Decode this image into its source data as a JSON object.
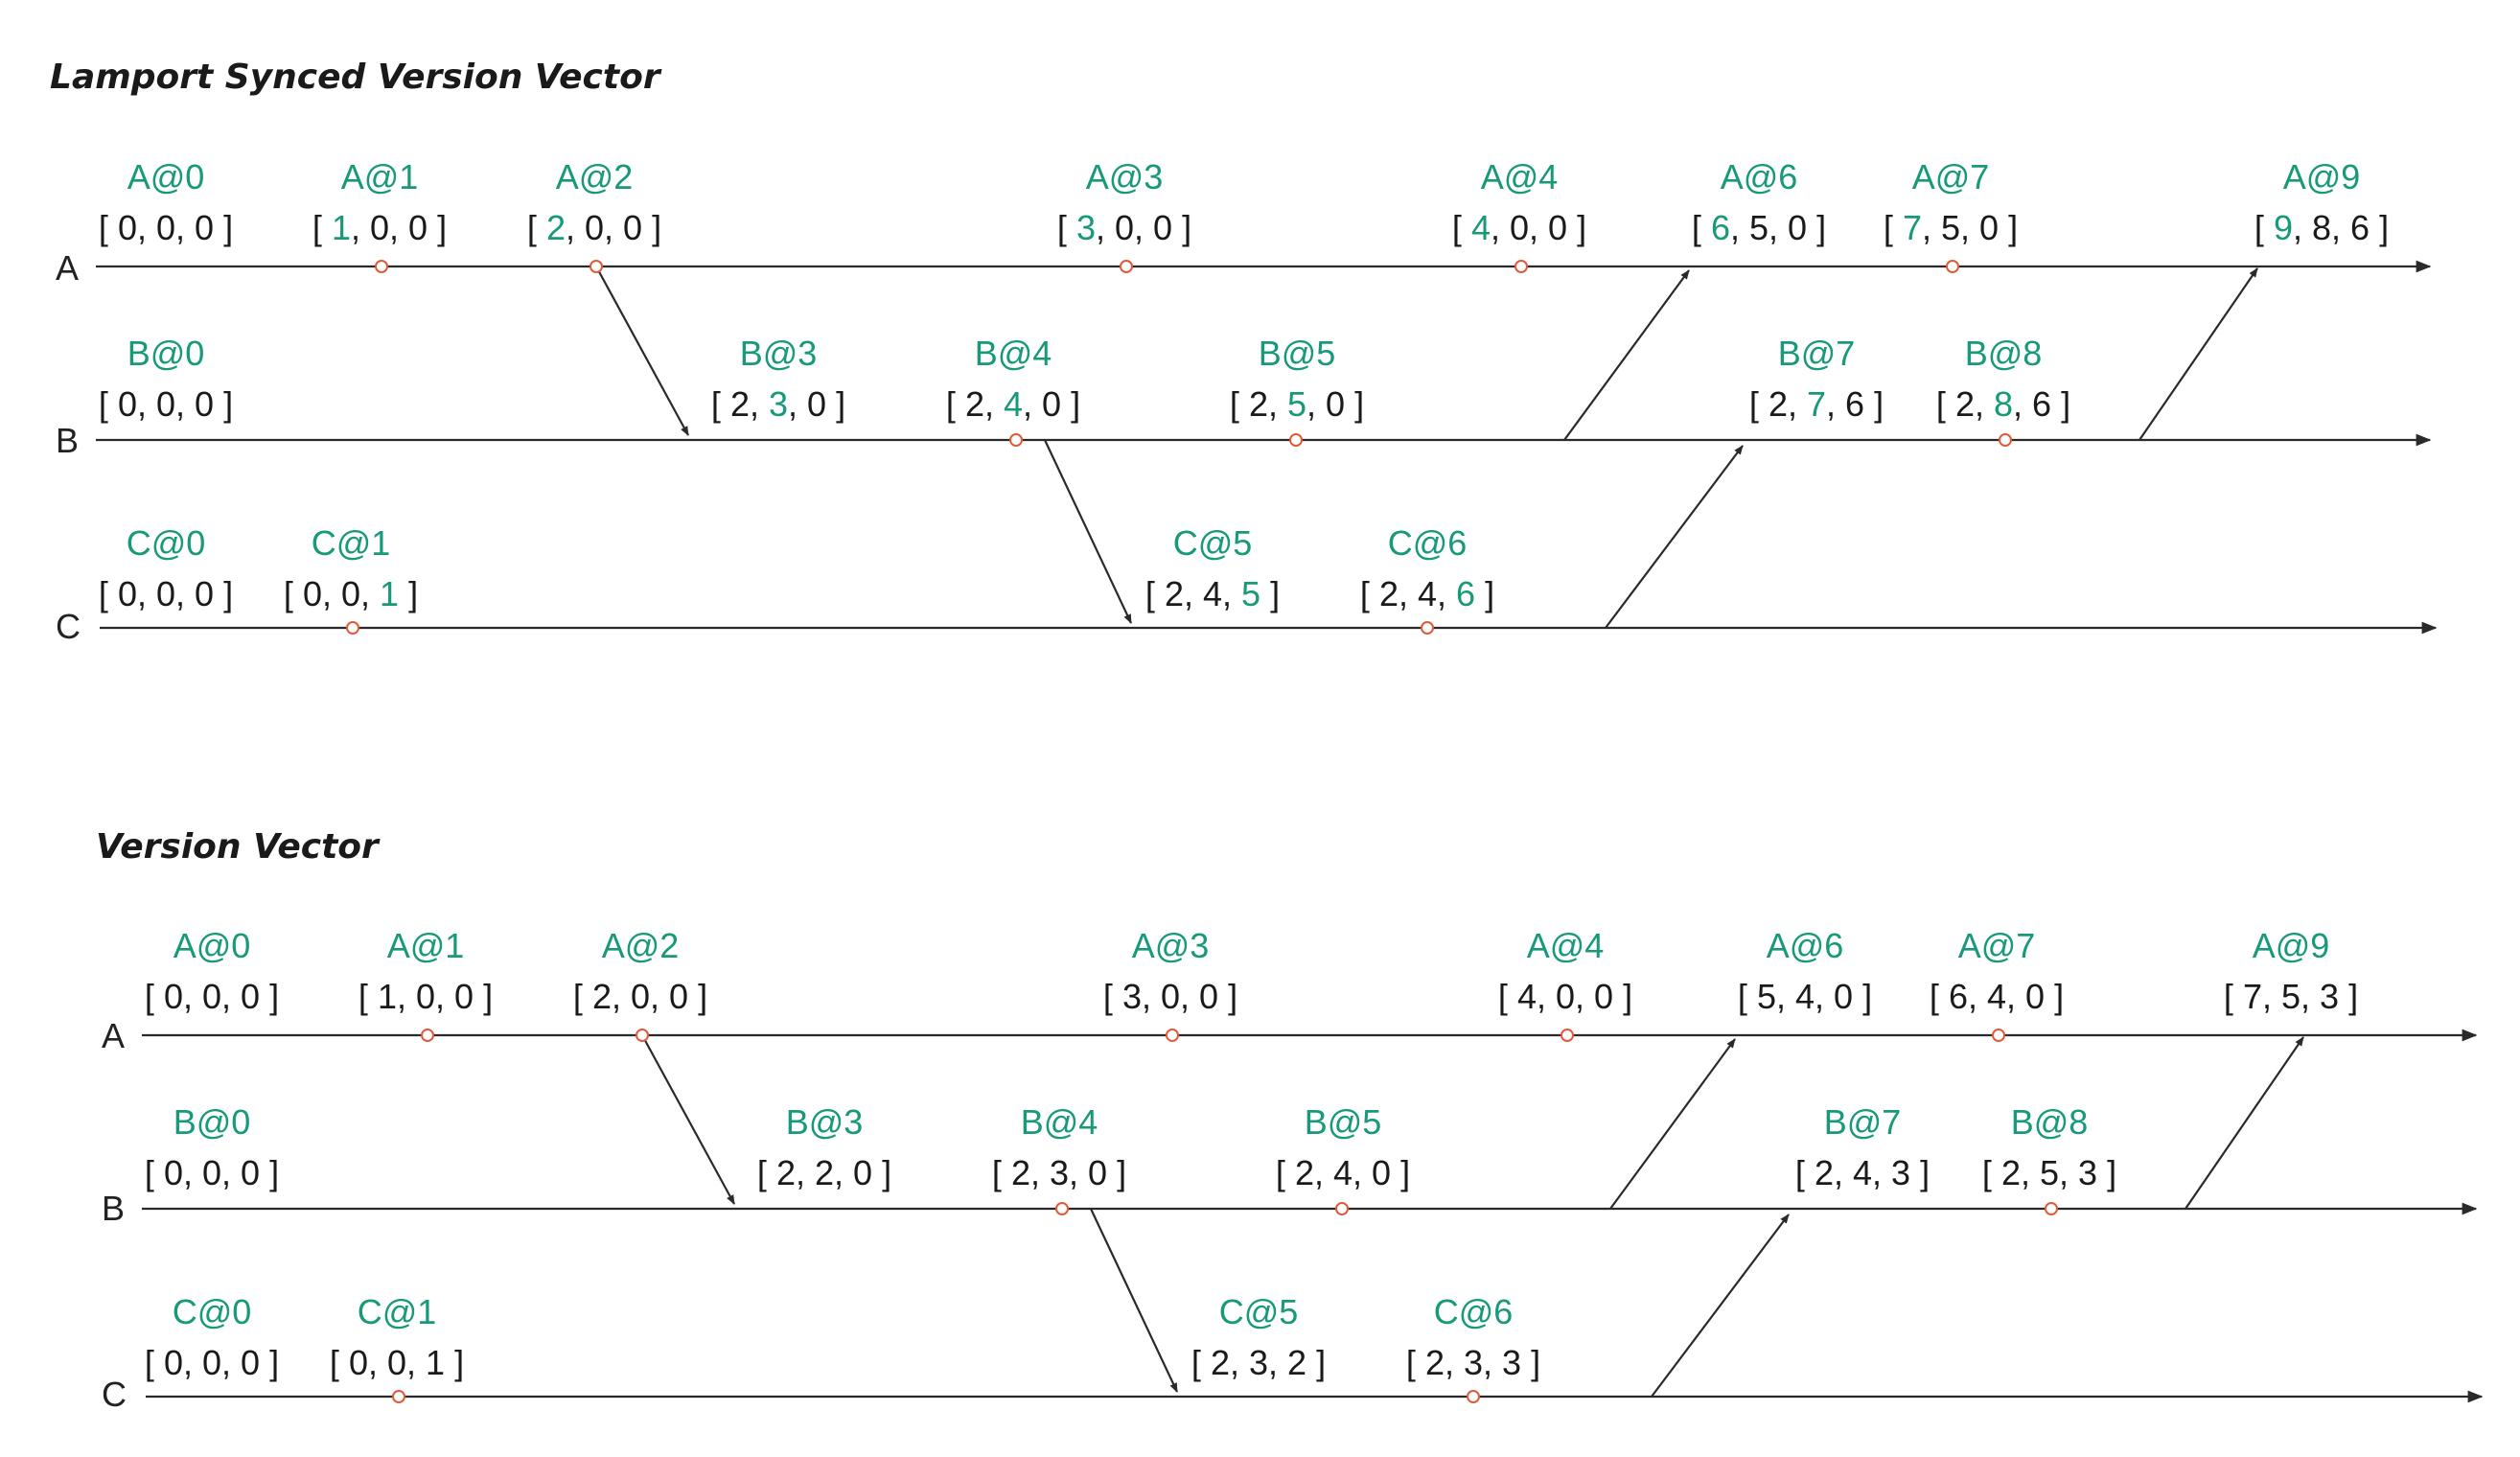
{
  "colors": {
    "event_label": "#17997a",
    "highlight": "#17997a",
    "event_dot": "#e05a3a",
    "line": "#2a2a2a",
    "text": "#1a1a1a"
  },
  "diagrams": [
    {
      "title": "Lamport Synced Version Vector",
      "processes": [
        "A",
        "B",
        "C"
      ],
      "events": [
        {
          "label": "A@0",
          "vector": [
            "0",
            "0",
            "0"
          ],
          "hl": -1
        },
        {
          "label": "A@1",
          "vector": [
            "1",
            "0",
            "0"
          ],
          "hl": 0
        },
        {
          "label": "A@2",
          "vector": [
            "2",
            "0",
            "0"
          ],
          "hl": 0
        },
        {
          "label": "A@3",
          "vector": [
            "3",
            "0",
            "0"
          ],
          "hl": 0
        },
        {
          "label": "A@4",
          "vector": [
            "4",
            "0",
            "0"
          ],
          "hl": 0
        },
        {
          "label": "A@6",
          "vector": [
            "6",
            "5",
            "0"
          ],
          "hl": 0
        },
        {
          "label": "A@7",
          "vector": [
            "7",
            "5",
            "0"
          ],
          "hl": 0
        },
        {
          "label": "A@9",
          "vector": [
            "9",
            "8",
            "6"
          ],
          "hl": 0
        },
        {
          "label": "B@0",
          "vector": [
            "0",
            "0",
            "0"
          ],
          "hl": -1
        },
        {
          "label": "B@3",
          "vector": [
            "2",
            "3",
            "0"
          ],
          "hl": 1
        },
        {
          "label": "B@4",
          "vector": [
            "2",
            "4",
            "0"
          ],
          "hl": 1
        },
        {
          "label": "B@5",
          "vector": [
            "2",
            "5",
            "0"
          ],
          "hl": 1
        },
        {
          "label": "B@7",
          "vector": [
            "2",
            "7",
            "6"
          ],
          "hl": 1
        },
        {
          "label": "B@8",
          "vector": [
            "2",
            "8",
            "6"
          ],
          "hl": 1
        },
        {
          "label": "C@0",
          "vector": [
            "0",
            "0",
            "0"
          ],
          "hl": -1
        },
        {
          "label": "C@1",
          "vector": [
            "0",
            "0",
            "1"
          ],
          "hl": 2
        },
        {
          "label": "C@5",
          "vector": [
            "2",
            "4",
            "5"
          ],
          "hl": 2
        },
        {
          "label": "C@6",
          "vector": [
            "2",
            "4",
            "6"
          ],
          "hl": 2
        }
      ]
    },
    {
      "title": "Version Vector",
      "processes": [
        "A",
        "B",
        "C"
      ],
      "events": [
        {
          "label": "A@0",
          "vector": [
            "0",
            "0",
            "0"
          ],
          "hl": -1
        },
        {
          "label": "A@1",
          "vector": [
            "1",
            "0",
            "0"
          ],
          "hl": -1
        },
        {
          "label": "A@2",
          "vector": [
            "2",
            "0",
            "0"
          ],
          "hl": -1
        },
        {
          "label": "A@3",
          "vector": [
            "3",
            "0",
            "0"
          ],
          "hl": -1
        },
        {
          "label": "A@4",
          "vector": [
            "4",
            "0",
            "0"
          ],
          "hl": -1
        },
        {
          "label": "A@6",
          "vector": [
            "5",
            "4",
            "0"
          ],
          "hl": -1
        },
        {
          "label": "A@7",
          "vector": [
            "6",
            "4",
            "0"
          ],
          "hl": -1
        },
        {
          "label": "A@9",
          "vector": [
            "7",
            "5",
            "3"
          ],
          "hl": -1
        },
        {
          "label": "B@0",
          "vector": [
            "0",
            "0",
            "0"
          ],
          "hl": -1
        },
        {
          "label": "B@3",
          "vector": [
            "2",
            "2",
            "0"
          ],
          "hl": -1
        },
        {
          "label": "B@4",
          "vector": [
            "2",
            "3",
            "0"
          ],
          "hl": -1
        },
        {
          "label": "B@5",
          "vector": [
            "2",
            "4",
            "0"
          ],
          "hl": -1
        },
        {
          "label": "B@7",
          "vector": [
            "2",
            "4",
            "3"
          ],
          "hl": -1
        },
        {
          "label": "B@8",
          "vector": [
            "2",
            "5",
            "3"
          ],
          "hl": -1
        },
        {
          "label": "C@0",
          "vector": [
            "0",
            "0",
            "0"
          ],
          "hl": -1
        },
        {
          "label": "C@1",
          "vector": [
            "0",
            "0",
            "1"
          ],
          "hl": -1
        },
        {
          "label": "C@5",
          "vector": [
            "2",
            "3",
            "2"
          ],
          "hl": -1
        },
        {
          "label": "C@6",
          "vector": [
            "2",
            "3",
            "3"
          ],
          "hl": -1
        }
      ]
    }
  ]
}
